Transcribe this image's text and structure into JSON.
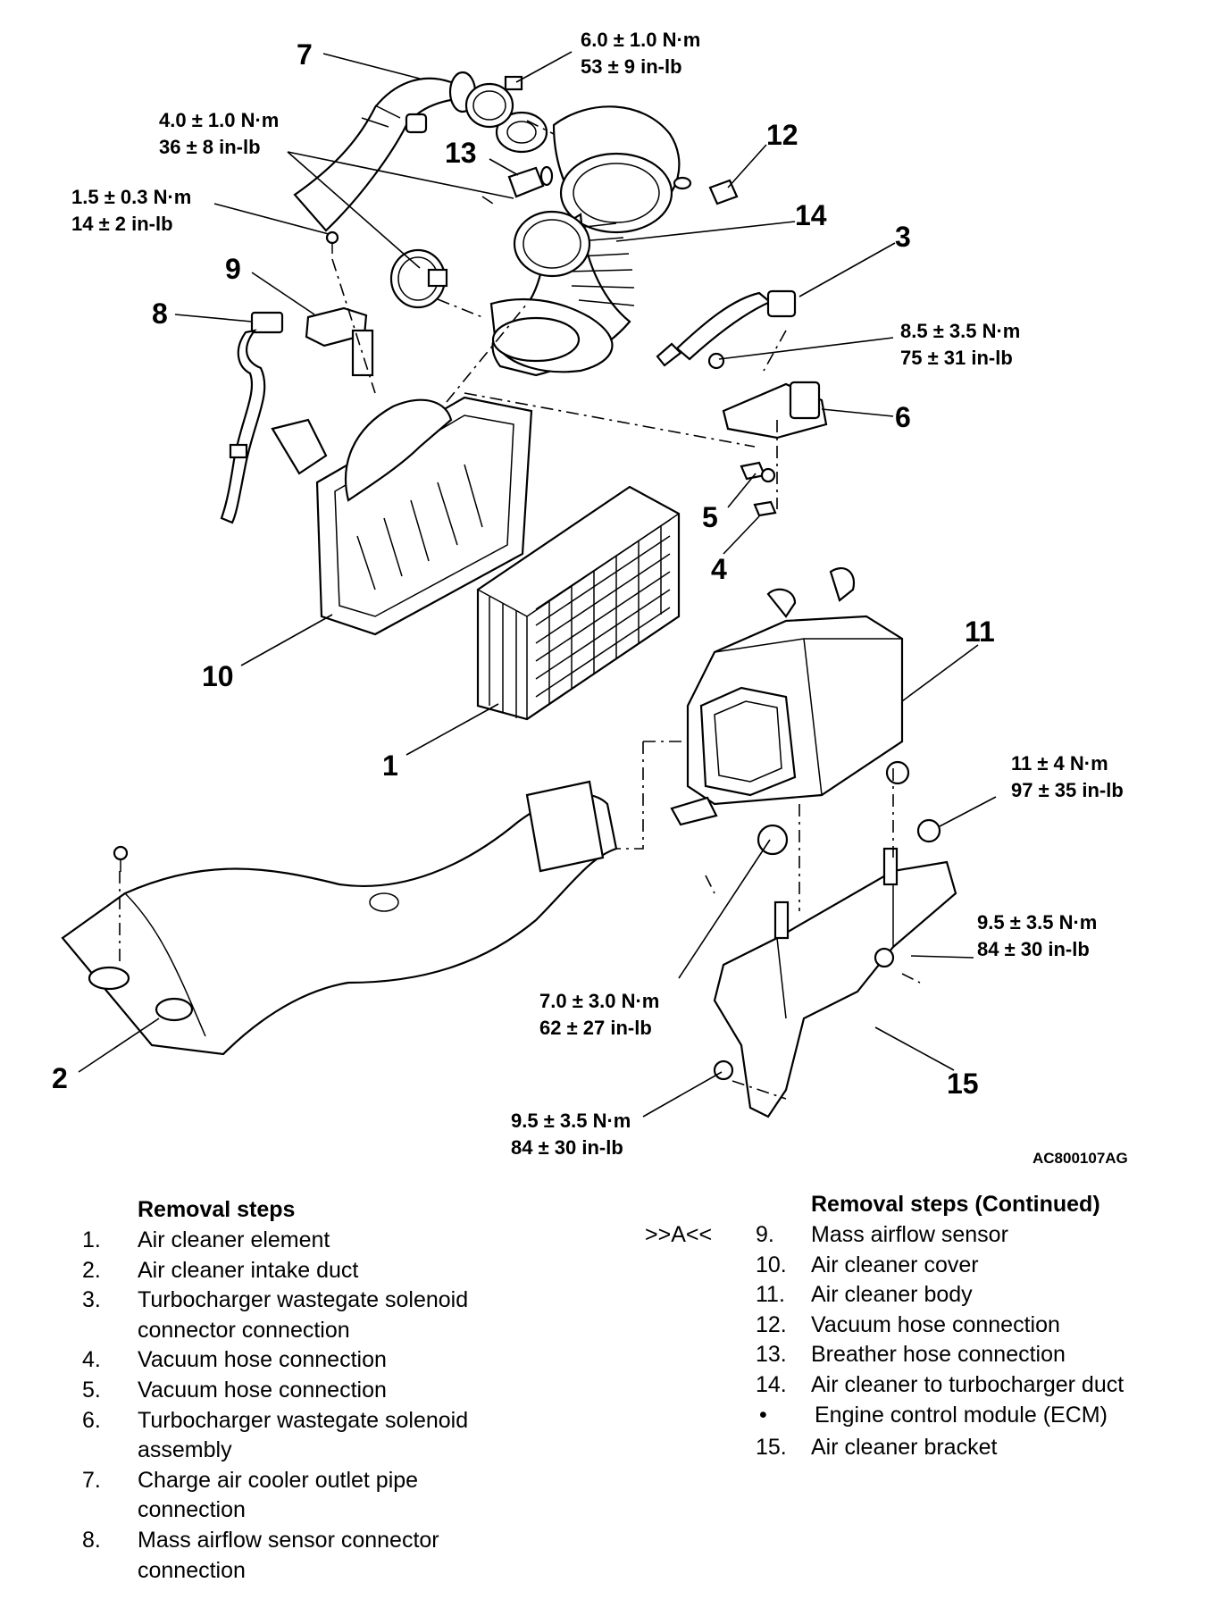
{
  "diagram": {
    "reference_code": "AC800107AG",
    "callouts": {
      "c1": "1",
      "c2": "2",
      "c3": "3",
      "c4": "4",
      "c5": "5",
      "c6": "6",
      "c7": "7",
      "c8": "8",
      "c9": "9",
      "c10": "10",
      "c11": "11",
      "c12": "12",
      "c13": "13",
      "c14": "14",
      "c15": "15"
    },
    "torques": {
      "t_clamp7_nm": "6.0 ± 1.0 N·m",
      "t_clamp7_in": "53 ± 9 in-lb",
      "t_clamp14_nm": "4.0 ± 1.0 N·m",
      "t_clamp14_in": "36 ± 8 in-lb",
      "t_maf_nm": "1.5 ± 0.3 N·m",
      "t_maf_in": "14 ± 2 in-lb",
      "t_solenoid_nm": "8.5 ± 3.5 N·m",
      "t_solenoid_in": "75 ± 31 in-lb",
      "t_body_nm": "11 ± 4 N·m",
      "t_body_in": "97 ± 35 in-lb",
      "t_bracket_a_nm": "9.5 ± 3.5 N·m",
      "t_bracket_a_in": "84 ± 30 in-lb",
      "t_body2_nm": "7.0 ± 3.0 N·m",
      "t_body2_in": "62 ± 27 in-lb",
      "t_bracket_b_nm": "9.5 ± 3.5 N·m",
      "t_bracket_b_in": "84 ± 30 in-lb"
    }
  },
  "removal_steps": {
    "title": "Removal steps",
    "items": [
      {
        "num": "1.",
        "text": "Air cleaner element"
      },
      {
        "num": "2.",
        "text": "Air cleaner intake duct"
      },
      {
        "num": "3.",
        "text": "Turbocharger wastegate solenoid connector connection"
      },
      {
        "num": "4.",
        "text": "Vacuum hose connection"
      },
      {
        "num": "5.",
        "text": "Vacuum hose connection"
      },
      {
        "num": "6.",
        "text": "Turbocharger wastegate solenoid assembly"
      },
      {
        "num": "7.",
        "text": "Charge air cooler outlet pipe connection"
      },
      {
        "num": "8.",
        "text": "Mass airflow sensor connector connection"
      }
    ]
  },
  "removal_steps_continued": {
    "title": "Removal steps (Continued)",
    "reference_mark": ">>A<<",
    "items": [
      {
        "num": "9.",
        "text": "Mass airflow sensor"
      },
      {
        "num": "10.",
        "text": "Air cleaner cover"
      },
      {
        "num": "11.",
        "text": "Air cleaner body"
      },
      {
        "num": "12.",
        "text": "Vacuum hose connection"
      },
      {
        "num": "13.",
        "text": "Breather hose connection"
      },
      {
        "num": "14.",
        "text": "Air cleaner to turbocharger duct"
      },
      {
        "num": "•",
        "text": "Engine control module (ECM)"
      },
      {
        "num": "15.",
        "text": "Air cleaner bracket"
      }
    ]
  }
}
